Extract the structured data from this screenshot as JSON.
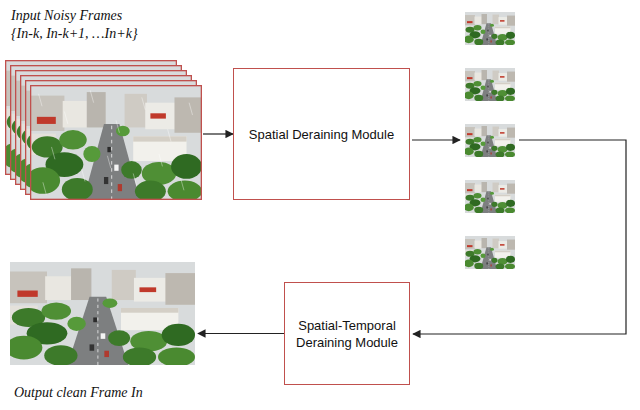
{
  "diagram": {
    "nodes": [
      {
        "text": [
          "Input Noisy Frames",
          "{In-k, In-k+1, …In+k}"
        ]
      },
      {
        "text": [
          "Spatial Deraining Module"
        ]
      },
      {
        "text": [
          "Spatial-Temporal Deraining Module"
        ]
      },
      {
        "text": [
          "Output clean Frame In"
        ]
      }
    ],
    "edges": [
      {
        "from": 0,
        "to": 1,
        "arrow": "to"
      },
      {
        "from": 2,
        "to": 3,
        "arrow": "to"
      }
    ]
  }
}
